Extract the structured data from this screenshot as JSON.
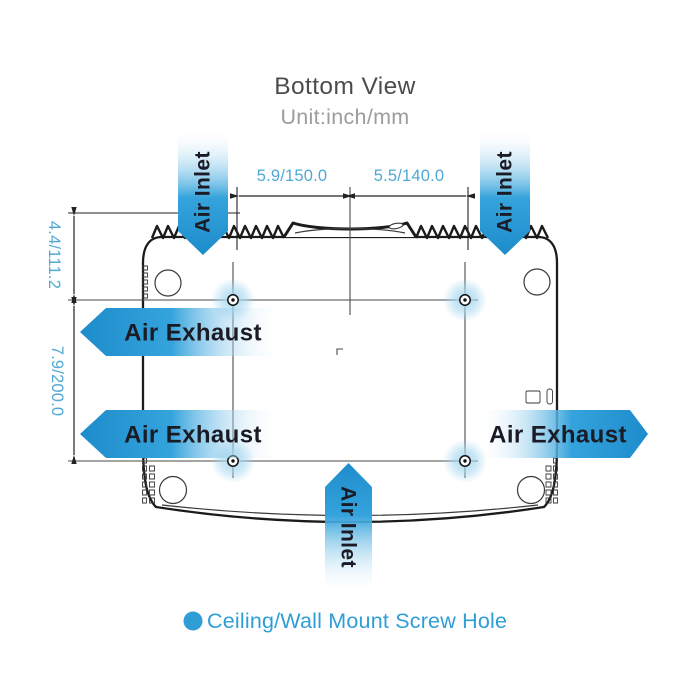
{
  "title": "Bottom View",
  "subtitle": "Unit:inch/mm",
  "dimensions": {
    "top_left": "5.9/150.0",
    "top_right": "5.5/140.0",
    "left_upper": "4.4/111.2",
    "left_lower": "7.9/200.0"
  },
  "labels": {
    "air_inlet": "Air Inlet",
    "air_exhaust": "Air Exhaust"
  },
  "legend": {
    "text": "Ceiling/Wall Mount Screw Hole"
  },
  "colors": {
    "banner_blue": "#35A3DC",
    "banner_blue_dark": "#1D8CCB",
    "banner_text": "#1B1B26",
    "dim_text": "#4FA8D5",
    "legend_blue": "#2F9ED7",
    "halo_blue": "#A6D7F0",
    "title_gray": "#4C4C4C",
    "subtitle_gray": "#9C9C9C"
  }
}
